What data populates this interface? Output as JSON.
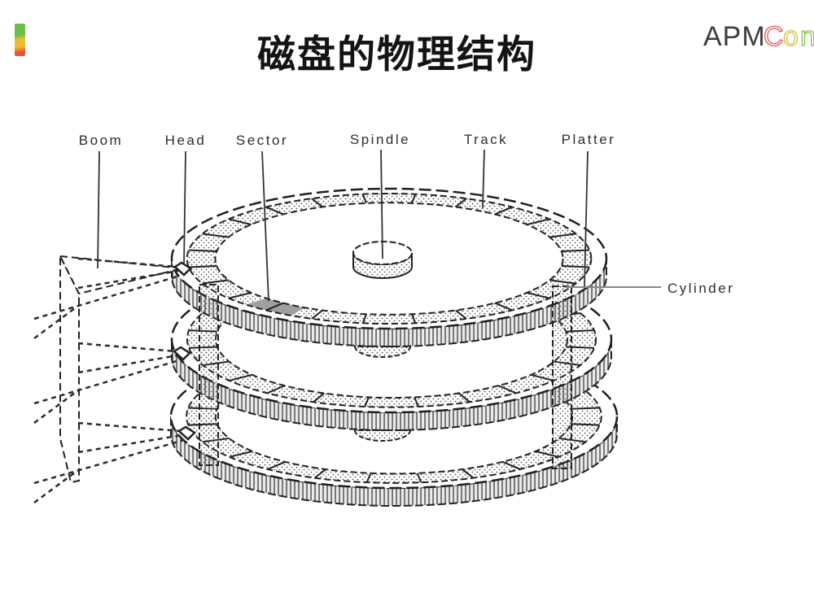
{
  "slide": {
    "title": "磁盘的物理结构"
  },
  "logo": {
    "solid": "APM",
    "outline_c": "C",
    "outline_o": "o",
    "outline_n": "n",
    "colors": {
      "solid": "#3c3c3c",
      "c": "#dd5a4c",
      "o": "#cfc03c",
      "n": "#8dc44c"
    }
  },
  "accent_bar": {
    "colors": [
      "#6dbf47",
      "#f0bc2e",
      "#e6543c"
    ]
  },
  "diagram": {
    "labels": {
      "boom": "Boom",
      "head": "Head",
      "sector": "Sector",
      "spindle": "Spindle",
      "track": "Track",
      "platter": "Platter",
      "cylinder": "Cylinder"
    }
  }
}
